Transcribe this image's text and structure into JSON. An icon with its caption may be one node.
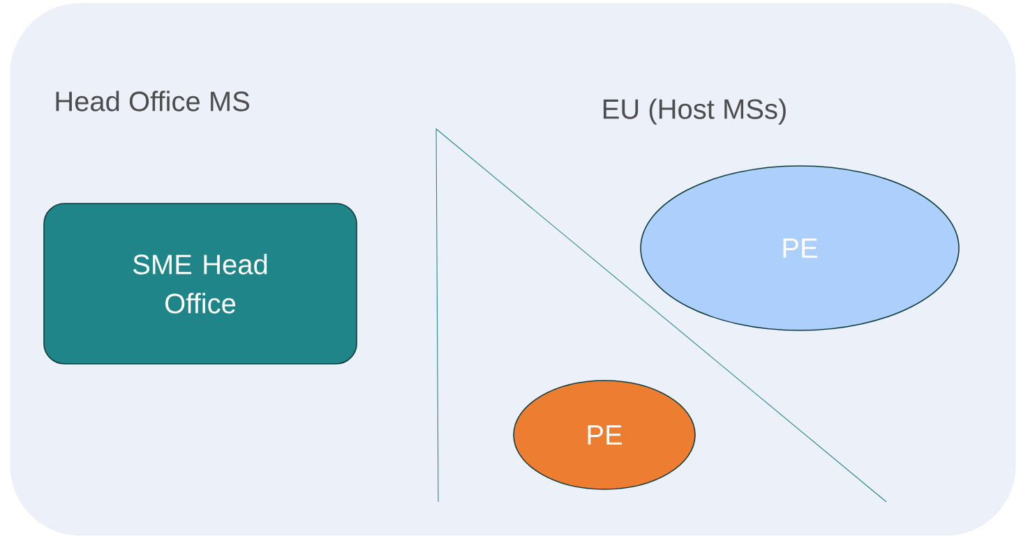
{
  "diagram": {
    "nodes": [
      {
        "text": [
          "Head Office MS",
          "EU (Host MSs)"
        ]
      },
      {
        "text": [
          "SME Head Office"
        ],
        "in": 0
      },
      {
        "text": [
          "PE"
        ],
        "in": 0
      },
      {
        "text": [
          "PE"
        ],
        "in": 0
      }
    ]
  }
}
